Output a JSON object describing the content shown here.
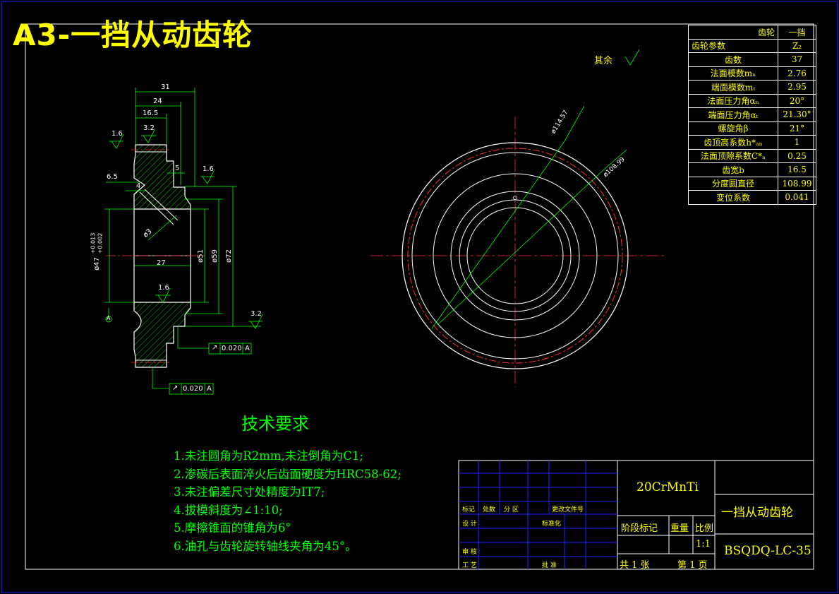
{
  "sheet_title": "A3-一挡从动齿轮",
  "surface_note": "其余",
  "dims": {
    "d31": "31",
    "d24": "24",
    "d16_5": "16.5",
    "d5": "5",
    "d6_5": "6.5",
    "d4": "4",
    "d27": "27",
    "d47": "ø47",
    "d47_tol_up": "+0.013",
    "d47_tol_lo": "+0.002",
    "d51": "ø51",
    "d59": "ø59",
    "d72": "ø72",
    "d3": "ø3",
    "r1_6a": "1.6",
    "r3_2a": "3.2",
    "r1_6b": "1.6",
    "r1_6c": "1.6",
    "r3_2b": "3.2",
    "datum": "A",
    "runout1": "0.020",
    "runout2": "0.020",
    "tip_dia": "ø114.57",
    "pitch_dia": "ø108.99"
  },
  "params": {
    "header_left": "齿轮参数",
    "header_right_label": "齿轮",
    "header_gear": "一挡",
    "header_z": "Z₂",
    "rows": [
      {
        "label": "齿数",
        "value": "37"
      },
      {
        "label": "法面模数mₙ",
        "value": "2.76"
      },
      {
        "label": "端面模数mₜ",
        "value": "2.95"
      },
      {
        "label": "法面压力角αₙ",
        "value": "20°"
      },
      {
        "label": "端面压力角αₜ",
        "value": "21.30°"
      },
      {
        "label": "螺旋角β",
        "value": "21°"
      },
      {
        "label": "齿顶高系数h*ₐₙ",
        "value": "1"
      },
      {
        "label": "法面顶隙系数C*ₙ",
        "value": "0.25"
      },
      {
        "label": "齿宽b",
        "value": "16.5"
      },
      {
        "label": "分度圆直径",
        "value": "108.99"
      },
      {
        "label": "变位系数",
        "value": "0.041"
      }
    ]
  },
  "tech": {
    "title": "技术要求",
    "items": [
      "1.未注圆角为R2mm,未注倒角为C1;",
      "2.渗碳后表面淬火后齿面硬度为HRC58-62;",
      "3.未注偏差尺寸处精度为IT7;",
      "4.拔模斜度为∠1:10;",
      "5.摩擦锥面的锥角为6°",
      "6.油孔与齿轮旋转轴线夹角为45°。"
    ]
  },
  "title_block": {
    "material": "20CrMnTi",
    "part_name": "一挡从动齿轮",
    "drawing_no": "BSQDQ-LC-35",
    "stage_mark": "阶段标记",
    "weight": "重量",
    "scale_label": "比例",
    "scale": "1:1",
    "total": "共 1 张",
    "sheet": "第 1 页",
    "mark": "标记",
    "count": "处数",
    "zone": "分 区",
    "change_doc": "更改文件号",
    "design": "设 计",
    "standard": "标准化",
    "review": "审 核",
    "process": "工 艺",
    "approve": "批 准"
  }
}
